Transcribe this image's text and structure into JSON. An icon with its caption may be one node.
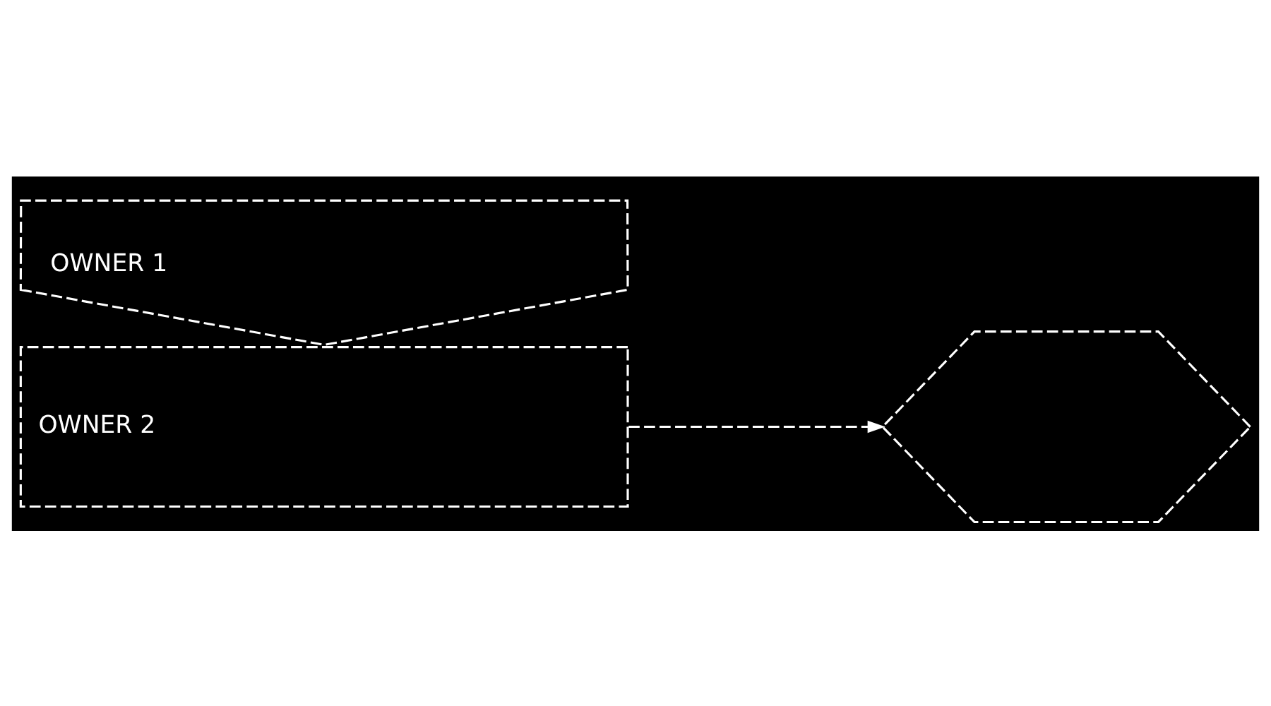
{
  "diagram": {
    "nodes": [
      {
        "text": [
          "OWNER 2"
        ]
      },
      {
        "text": [
          "OWNER 1"
        ]
      },
      {
        "text": [],
        "shape": "hexagon"
      }
    ],
    "edges": [
      {
        "from": 0,
        "to": 2,
        "arrow": "to",
        "style": "dashed"
      }
    ]
  }
}
